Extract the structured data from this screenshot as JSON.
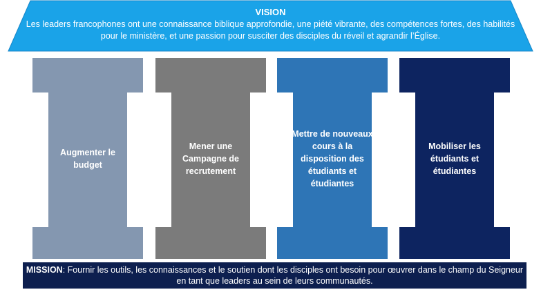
{
  "colors": {
    "roof": "#1aa3e8",
    "roof_border": "#1586c9",
    "mission_bg": "#0d1f4f",
    "pillars": [
      "#8497b0",
      "#7b7b7b",
      "#2e75b6",
      "#0d2460"
    ]
  },
  "vision": {
    "title": "VISION",
    "text": "Les leaders francophones ont une connaissance biblique approfondie, une piété vibrante, des compétences fortes,  des habilités pour le ministère, et une passion pour susciter des disciples du réveil et agrandir l’Église."
  },
  "pillars": [
    {
      "label": "Augmenter le budget"
    },
    {
      "label": "Mener une Campagne de recrutement"
    },
    {
      "label": "Mettre de nouveaux cours à la disposition des étudiants et étudiantes"
    },
    {
      "label": "Mobiliser les étudiants et étudiantes"
    }
  ],
  "mission": {
    "label": "MISSION",
    "text": ": Fournir les outils, les connaissances et le soutien dont les disciples ont besoin pour œuvrer dans le champ du Seigneur en tant que leaders au sein de leurs communautés."
  }
}
